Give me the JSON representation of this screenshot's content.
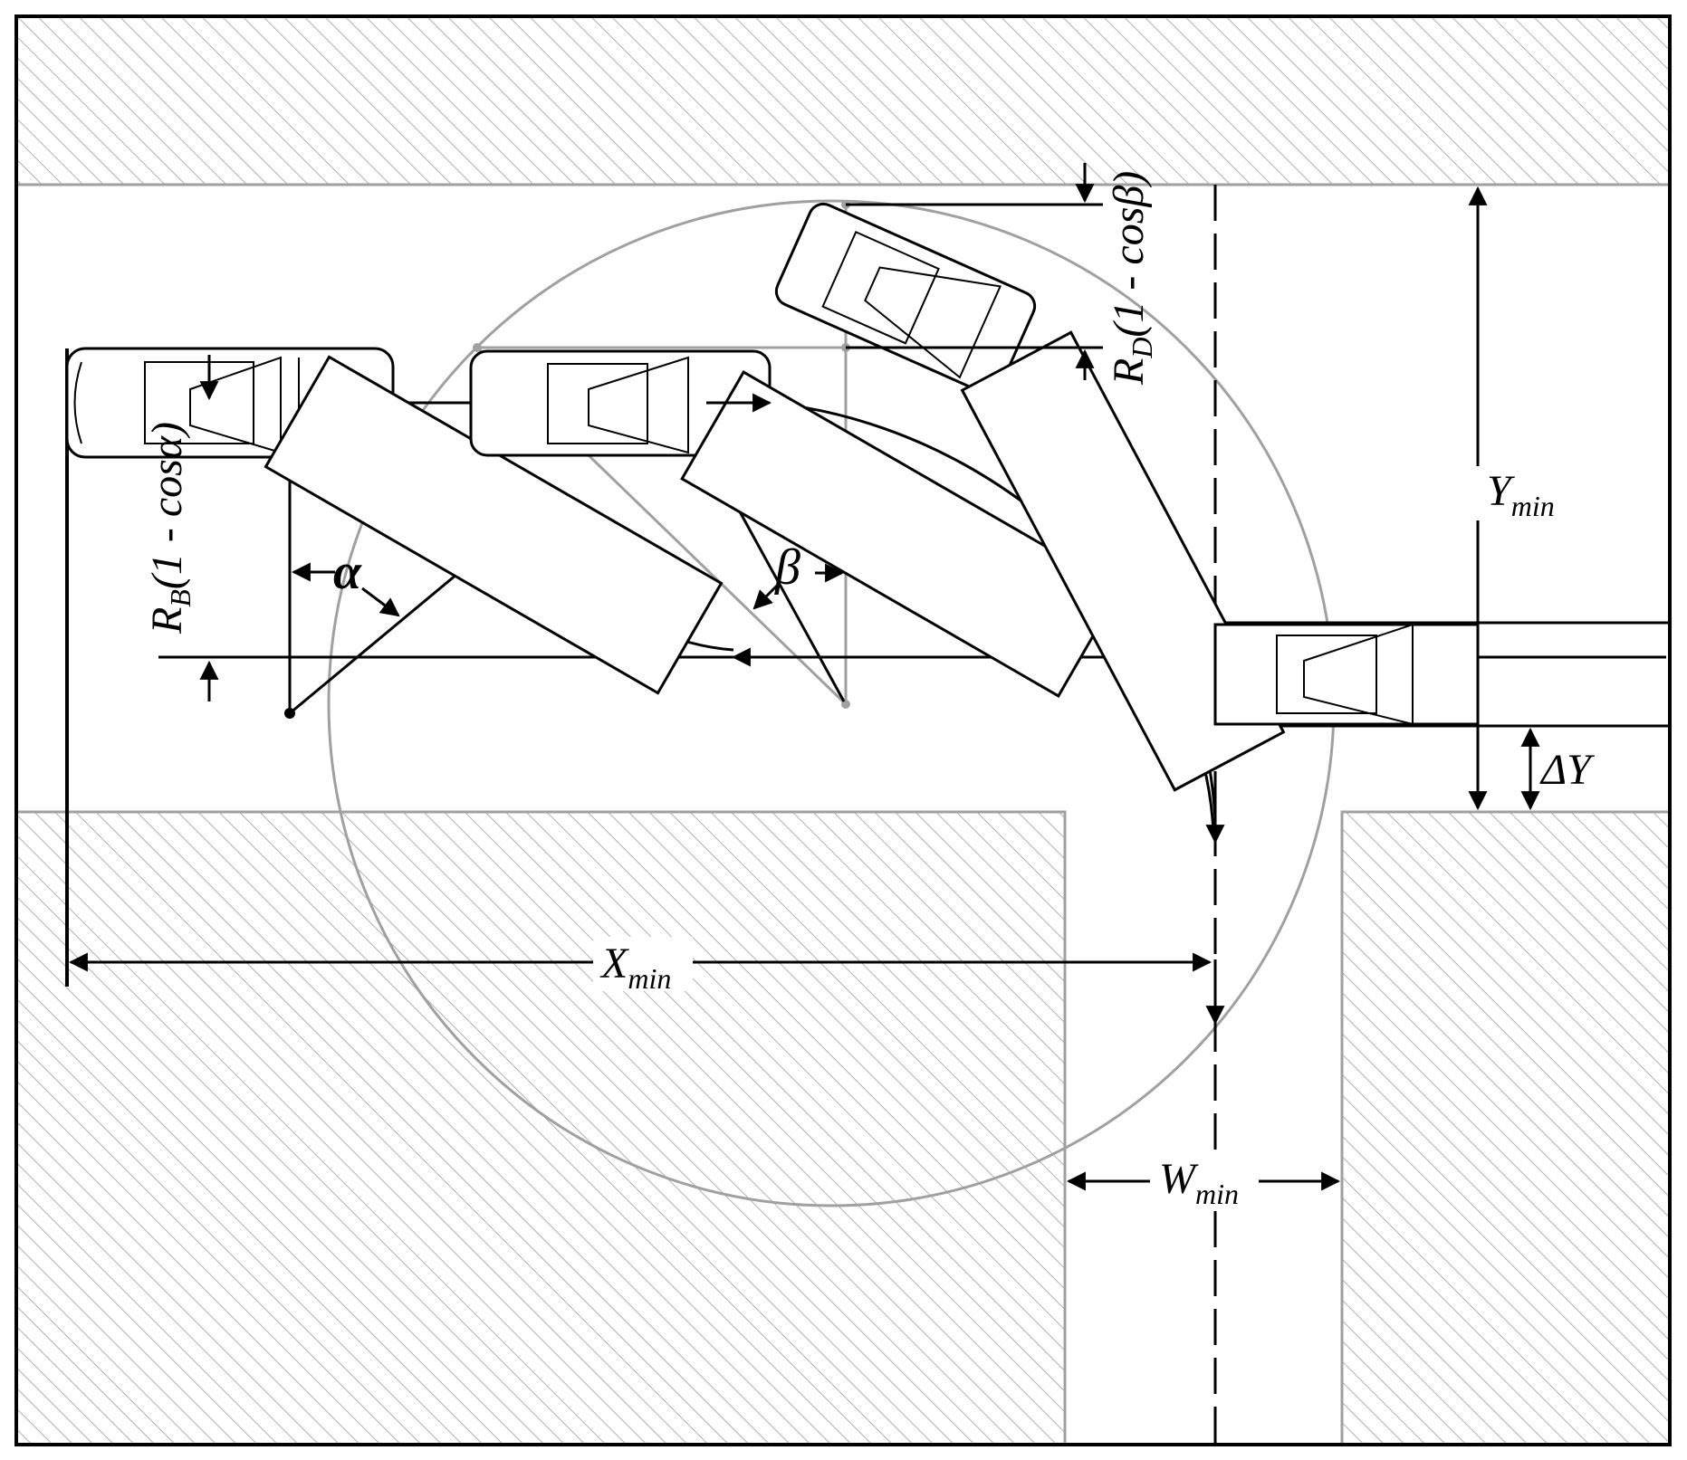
{
  "diagram": {
    "labels": {
      "x_min": {
        "main": "X",
        "sub": "min"
      },
      "y_min": {
        "main": "Y",
        "sub": "min"
      },
      "w_min": {
        "main": "W",
        "sub": "min"
      },
      "delta_y": {
        "main": "ΔY"
      },
      "alpha": {
        "main": "α"
      },
      "beta": {
        "main": "β"
      },
      "rb": {
        "main": "R",
        "sub": "B",
        "tail": "(1 - cosα)"
      },
      "rd": {
        "main": "R",
        "sub": "D",
        "tail": "(1 - cosβ)"
      }
    },
    "colors": {
      "line": "#000000",
      "guide": "#a0a0a0",
      "hatch": "#a0a0a0",
      "background": "#ffffff"
    }
  }
}
